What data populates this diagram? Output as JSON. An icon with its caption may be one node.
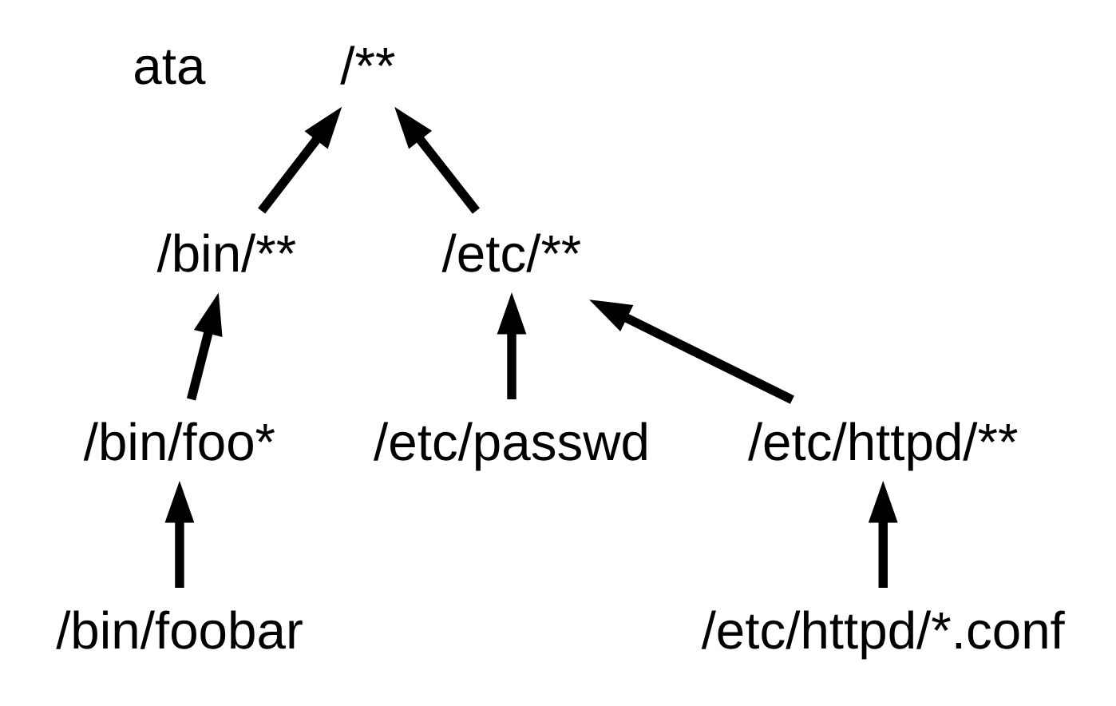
{
  "diagram": {
    "nodes": [
      {
        "text": [
          "/**"
        ]
      },
      {
        "text": [
          "/bin/**"
        ]
      },
      {
        "text": [
          "/etc/**"
        ]
      },
      {
        "text": [
          "/bin/foo*"
        ]
      },
      {
        "text": [
          "/etc/passwd"
        ]
      },
      {
        "text": [
          "/etc/httpd/**"
        ]
      },
      {
        "text": [
          "/bin/foobar"
        ]
      },
      {
        "text": [
          "/etc/httpd/*.conf"
        ]
      }
    ],
    "edges": [
      {
        "from": 1,
        "to": 0,
        "arrow": "to"
      },
      {
        "from": 2,
        "to": 0,
        "arrow": "to"
      },
      {
        "from": 3,
        "to": 1,
        "arrow": "to"
      },
      {
        "from": 4,
        "to": 2,
        "arrow": "to"
      },
      {
        "from": 5,
        "to": 2,
        "arrow": "to"
      },
      {
        "from": 6,
        "to": 3,
        "arrow": "to"
      },
      {
        "from": 7,
        "to": 5,
        "arrow": "to"
      }
    ],
    "labels": [
      "ata"
    ]
  }
}
